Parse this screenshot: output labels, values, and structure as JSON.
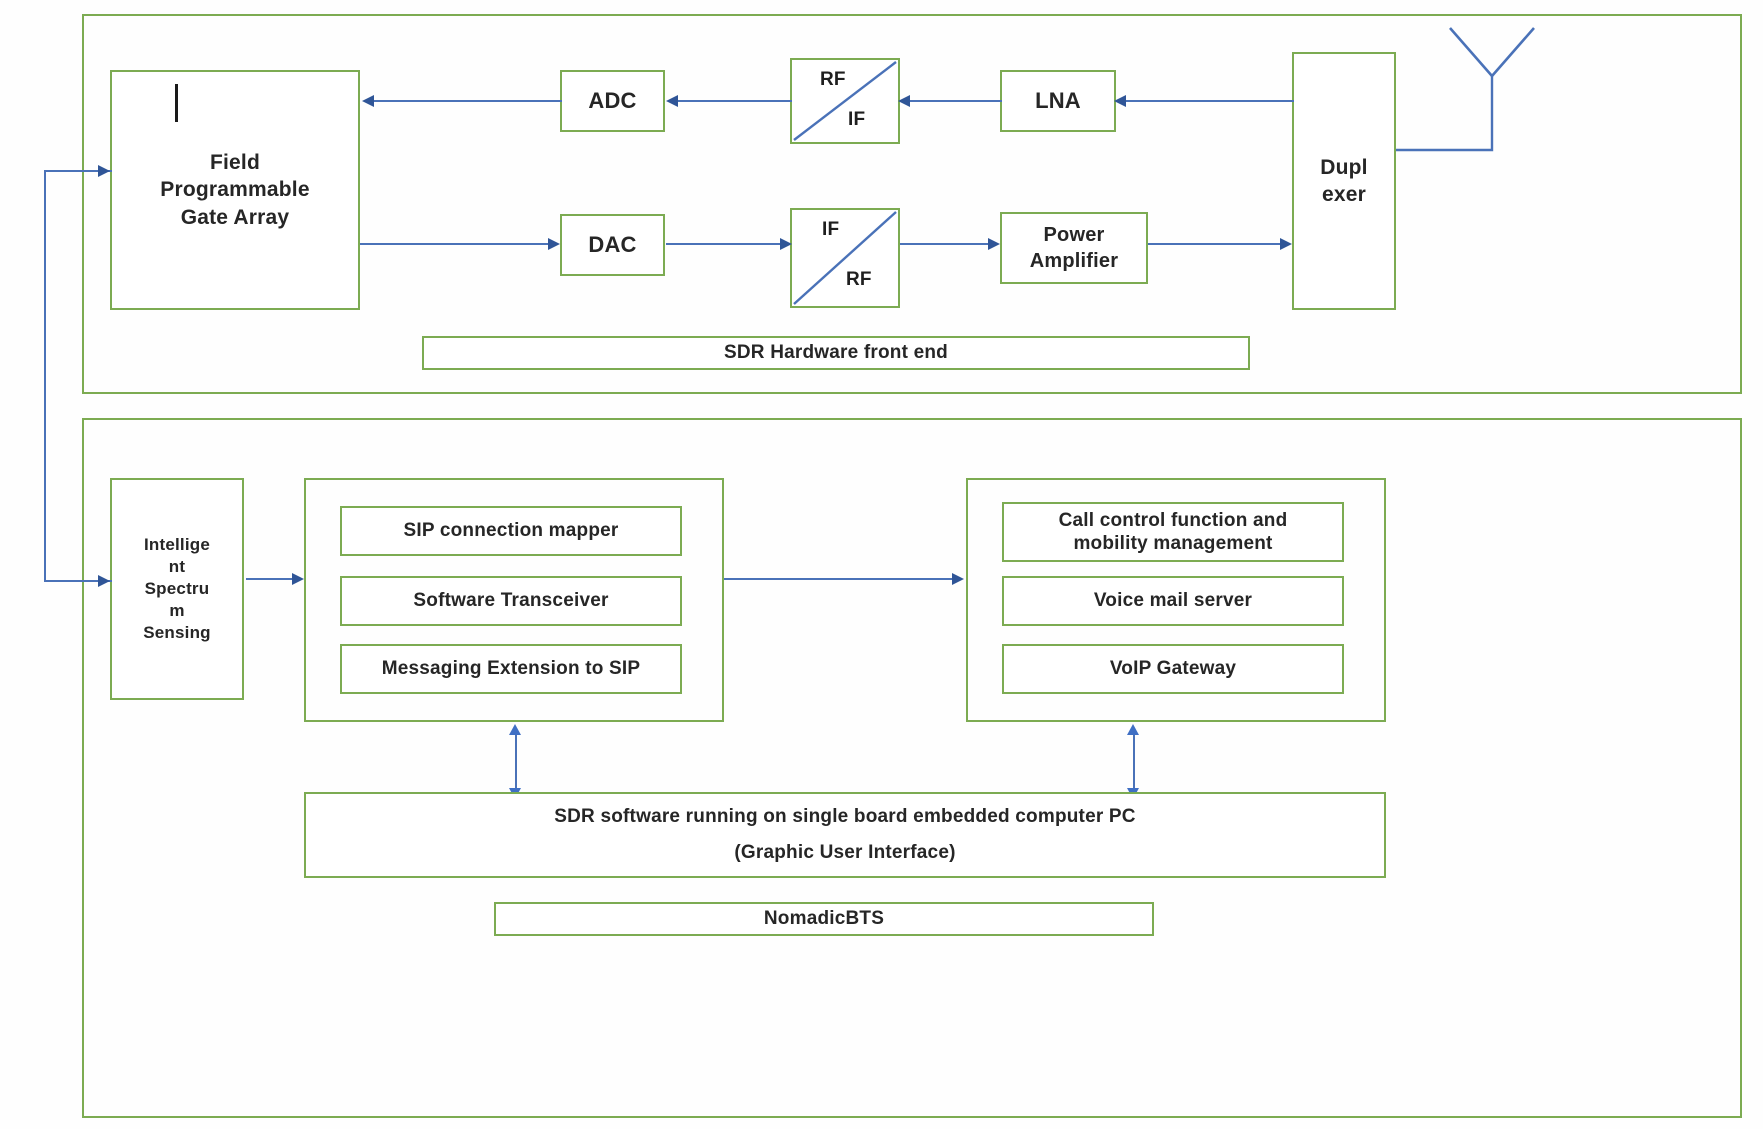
{
  "diagram": {
    "title": "NomadicBTS SDR architecture block diagram",
    "colors": {
      "box_border": "#7cab52",
      "connector": "#4a72b8",
      "arrow_head": "#2f5597",
      "text": "#262626",
      "background": "#ffffff"
    }
  },
  "hardware_section": {
    "caption": "SDR Hardware front end",
    "blocks": {
      "fpga": "Field\nProgrammable\nGate Array",
      "fpga_line1": "Field",
      "fpga_line2": "Programmable",
      "fpga_line3": "Gate Array",
      "adc": "ADC",
      "dac": "DAC",
      "lna": "LNA",
      "power_amplifier_line1": "Power",
      "power_amplifier_line2": "Amplifier",
      "duplexer_line1": "Dupl",
      "duplexer_line2": "exer",
      "rx_mixer_top": "RF",
      "rx_mixer_bottom": "IF",
      "tx_mixer_top": "IF",
      "tx_mixer_bottom": "RF"
    },
    "icons": {
      "antenna": "antenna-icon",
      "rx_mixer": "mixer-icon",
      "tx_mixer": "mixer-icon"
    }
  },
  "software_section": {
    "spectrum_sensing": {
      "line1": "Intellige",
      "line2": "nt",
      "line3": "Spectru",
      "line4": "m",
      "line5": "Sensing",
      "full": "Intelligent Spectrum Sensing"
    },
    "sip_group": {
      "items": [
        "SIP connection mapper",
        "Software Transceiver",
        "Messaging Extension to SIP"
      ]
    },
    "call_group": {
      "items": [
        "Call control function and mobility management",
        "Voice mail server",
        "VoIP Gateway"
      ],
      "item0_line1": "Call control function and",
      "item0_line2": "mobility management"
    },
    "sdr_software_bar": {
      "line1": "SDR software running on single board embedded computer PC",
      "line2": "(Graphic User Interface)"
    },
    "system_label": "NomadicBTS"
  }
}
